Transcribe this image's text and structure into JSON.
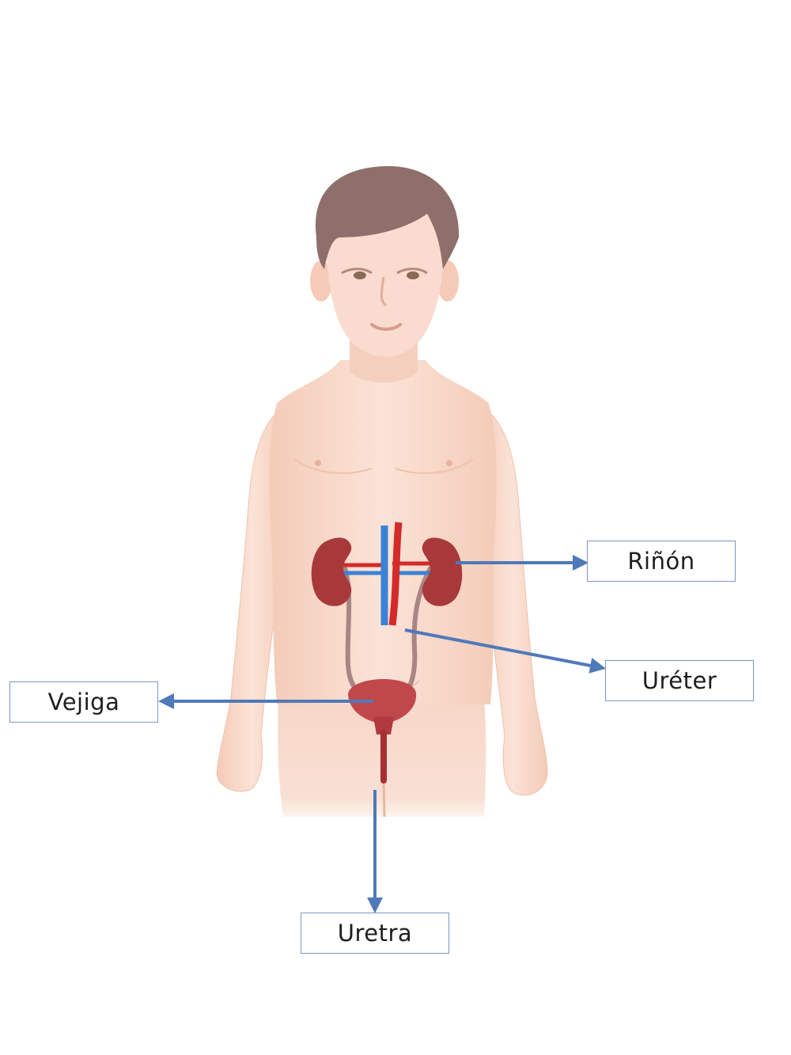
{
  "labels": {
    "kidney": "Riñón",
    "ureter": "Uréter",
    "bladder": "Vejiga",
    "urethra": "Uretra"
  },
  "colors": {
    "skin": "#f9ddd0",
    "skin_shadow": "#efc2ad",
    "hair": "#8f6f6b",
    "kidney": "#a8393a",
    "bladder": "#c0474a",
    "ureter": "#a78683",
    "artery": "#d42a2a",
    "vein": "#3b82d6",
    "arrow": "#4f79b9",
    "label_border": "#7f95bd"
  },
  "icons": [
    "arrow-right-icon",
    "arrow-left-icon",
    "arrow-down-icon"
  ]
}
